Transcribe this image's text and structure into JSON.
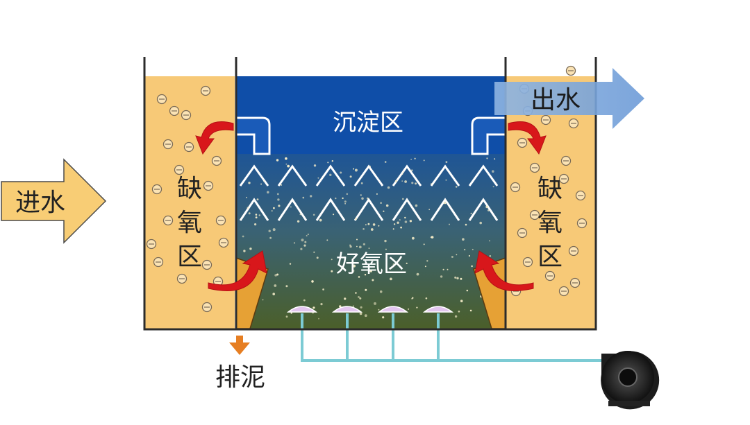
{
  "labels": {
    "inlet": "进水",
    "outlet": "出水",
    "settling_zone": "沉淀区",
    "aerobic_zone": "好氧区",
    "anoxic_left": [
      "缺",
      "氧",
      "区"
    ],
    "anoxic_right": [
      "缺",
      "氧",
      "区"
    ],
    "sludge_discharge": "排泥"
  },
  "colors": {
    "anoxic_fill": "#f7c977",
    "settling_fill": "#0f4ea8",
    "aerobic_top": "#1f5696",
    "aerobic_bottom": "#4a5f2b",
    "tank_wall": "#2b2b2b",
    "inlet_arrow": "#f8cd75",
    "outlet_arrow": "#7fa8dc",
    "flow_arrow": "#d8171b",
    "air_pipe": "#7ccbd4",
    "diffuser": "#e3c6ef",
    "sludge_arrow": "#e67e22",
    "baffle": "#e6a135"
  },
  "icons": {
    "blower": "air-blower-icon",
    "bubble": "bubble-icon",
    "diffuser": "aeration-diffuser-icon"
  }
}
